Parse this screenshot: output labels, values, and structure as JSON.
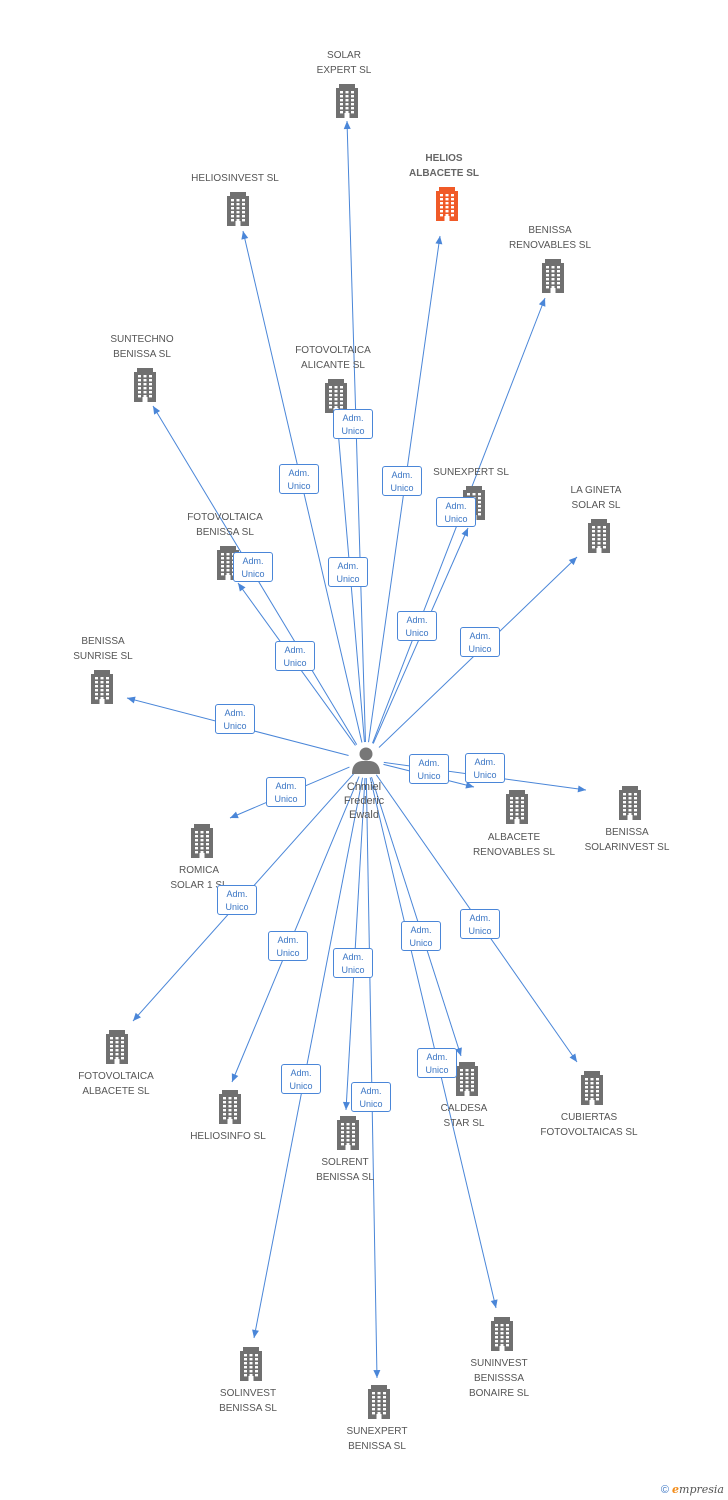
{
  "colors": {
    "edge": "#4a86d8",
    "building": "#707070",
    "highlight": "#f05a28",
    "person": "#777777"
  },
  "center": {
    "name_lines": [
      "Chmiel",
      "Frederic",
      "Ewald"
    ],
    "icon": "person-icon"
  },
  "edge_label_lines": [
    "Adm.",
    "Unico"
  ],
  "companies": [
    {
      "id": "solar-expert-sl",
      "lines": [
        "SOLAR",
        "EXPERT SL"
      ],
      "highlight": false
    },
    {
      "id": "helios-albacete-sl",
      "lines": [
        "HELIOS",
        "ALBACETE SL"
      ],
      "highlight": true
    },
    {
      "id": "heliosinvest-sl",
      "lines": [
        "HELIOSINVEST SL"
      ],
      "highlight": false
    },
    {
      "id": "benissa-renovables-sl",
      "lines": [
        "BENISSA",
        "RENOVABLES SL"
      ],
      "highlight": false
    },
    {
      "id": "suntechno-benissa-sl",
      "lines": [
        "SUNTECHNO",
        "BENISSA SL"
      ],
      "highlight": false
    },
    {
      "id": "fotovoltaica-alicante-sl",
      "lines": [
        "FOTOVOLTAICA",
        "ALICANTE SL"
      ],
      "highlight": false
    },
    {
      "id": "sunexpert-sl",
      "lines": [
        "SUNEXPERT SL"
      ],
      "highlight": false
    },
    {
      "id": "la-gineta-solar-sl",
      "lines": [
        "LA GINETA",
        "SOLAR SL"
      ],
      "highlight": false
    },
    {
      "id": "fotovoltaica-benissa-sl",
      "lines": [
        "FOTOVOLTAICA",
        "BENISSA SL"
      ],
      "highlight": false
    },
    {
      "id": "benissa-sunrise-sl",
      "lines": [
        "BENISSA",
        "SUNRISE SL"
      ],
      "highlight": false
    },
    {
      "id": "albacete-renovables-sl",
      "lines": [
        "ALBACETE",
        "RENOVABLES SL"
      ],
      "highlight": false
    },
    {
      "id": "benissa-solarinvest-sl",
      "lines": [
        "BENISSA",
        "SOLARINVEST SL"
      ],
      "highlight": false
    },
    {
      "id": "romica-solar-1-sl",
      "lines": [
        "ROMICA",
        "SOLAR 1 SL"
      ],
      "highlight": false
    },
    {
      "id": "fotovoltaica-albacete-sl",
      "lines": [
        "FOTOVOLTAICA",
        "ALBACETE SL"
      ],
      "highlight": false
    },
    {
      "id": "heliosinfo-sl",
      "lines": [
        "HELIOSINFO SL"
      ],
      "highlight": false
    },
    {
      "id": "solrent-benissa-sl",
      "lines": [
        "SOLRENT",
        "BENISSA SL"
      ],
      "highlight": false
    },
    {
      "id": "caldesa-star-sl",
      "lines": [
        "CALDESA",
        "STAR  SL"
      ],
      "highlight": false
    },
    {
      "id": "cubiertas-fotovoltaicas-sl",
      "lines": [
        "CUBIERTAS",
        "FOTOVOLTAICAS SL"
      ],
      "highlight": false
    },
    {
      "id": "solinvest-benissa-sl",
      "lines": [
        "SOLINVEST",
        "BENISSA SL"
      ],
      "highlight": false
    },
    {
      "id": "sunexpert-benissa-sl",
      "lines": [
        "SUNEXPERT",
        "BENISSA SL"
      ],
      "highlight": false
    },
    {
      "id": "suninvest-benisssa-bonaire-sl",
      "lines": [
        "SUNINVEST",
        "BENISSSA",
        "BONAIRE SL"
      ],
      "highlight": false
    }
  ],
  "credit": {
    "symbol": "©",
    "brand_initial": "e",
    "brand_rest": "mpresia"
  }
}
